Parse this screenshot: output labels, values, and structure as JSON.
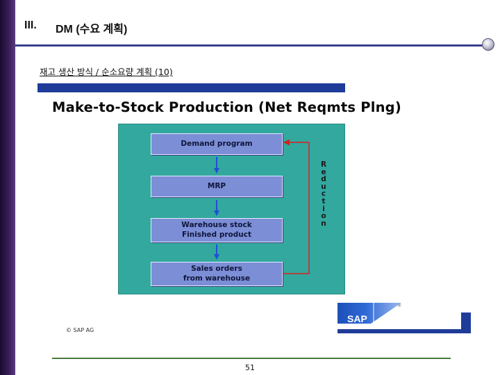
{
  "header": {
    "section_number": "III.",
    "title": "DM (수요 계획)"
  },
  "subtitle": "재고 생산 방식 / 순소요량 계획 (10)",
  "diagram": {
    "title": "Make-to-Stock Production (Net Reqmts Plng)",
    "steps": [
      {
        "lines": [
          "Demand program"
        ]
      },
      {
        "lines": [
          "MRP"
        ]
      },
      {
        "lines": [
          "Warehouse stock",
          "Finished product"
        ]
      },
      {
        "lines": [
          "Sales orders",
          "from warehouse"
        ]
      }
    ],
    "feedback_label_letters": [
      "R",
      "e",
      "d",
      "u",
      "c",
      "t",
      "i",
      "o",
      "n"
    ],
    "colors": {
      "panel": "#33a89f",
      "box": "#7c8ed6",
      "down_arrow": "#1f4fd6",
      "feedback_arrow": "#d42020"
    }
  },
  "footer": {
    "copyright": "© SAP AG",
    "page_number": "51"
  },
  "logo": {
    "text": "SAP",
    "trademark": "®"
  }
}
